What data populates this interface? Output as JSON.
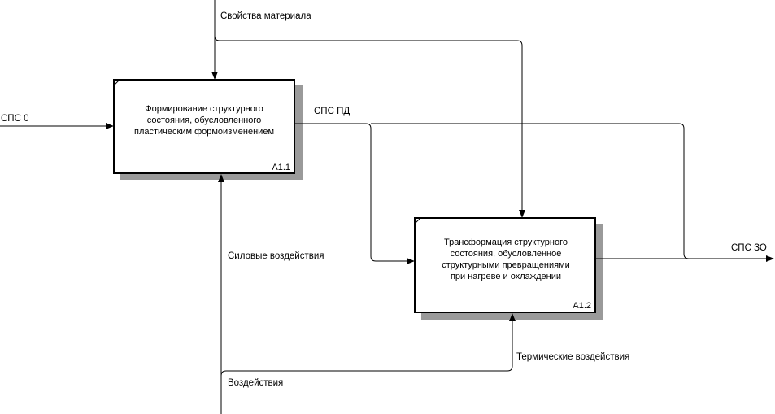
{
  "blocks": [
    {
      "lines": [
        "Формирование структурного",
        "состояния, обусловленного",
        "пластическим формоизменением"
      ],
      "id": "A1.1"
    },
    {
      "lines": [
        "Трансформация структурного",
        "состояния, обусловленное",
        "структурными превращениями",
        "при нагреве и охлаждении"
      ],
      "id": "A1.2"
    }
  ],
  "arrows": {
    "material_properties": "Свойства материала",
    "sps0": "СПС 0",
    "sps_pd": "СПС ПД",
    "sps_zo": "СПС ЗО",
    "force_effects": "Силовые воздействия",
    "effects": "Воздействия",
    "thermal_effects": "Термические воздействия"
  },
  "colors": {
    "line": "#000000",
    "box_fill": "#ffffff",
    "shadow": "#9a9a9a"
  }
}
